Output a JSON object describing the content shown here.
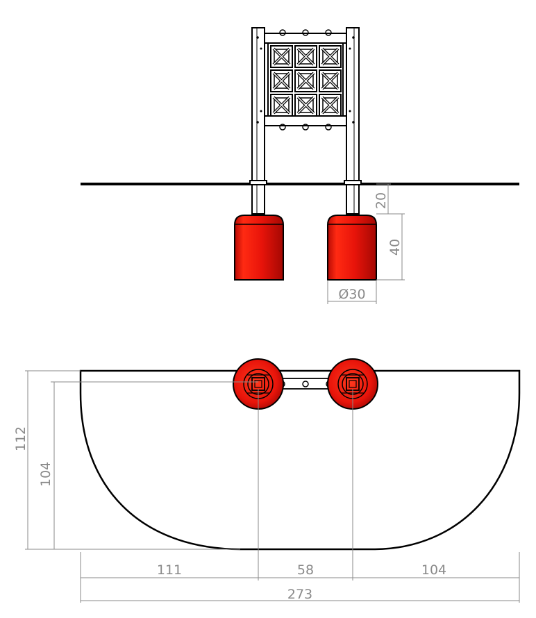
{
  "colors": {
    "accent": "#e8140a",
    "outline": "#000000",
    "dimension": "#8a8a8a",
    "background": "#ffffff"
  },
  "front_view": {
    "dims": {
      "height_top": "20",
      "height_base": "40",
      "diameter": "Ø30"
    }
  },
  "plan_view": {
    "dims": {
      "left": "111",
      "middle": "58",
      "right": "104",
      "total": "273",
      "depth_outer": "112",
      "depth_inner": "104"
    }
  }
}
